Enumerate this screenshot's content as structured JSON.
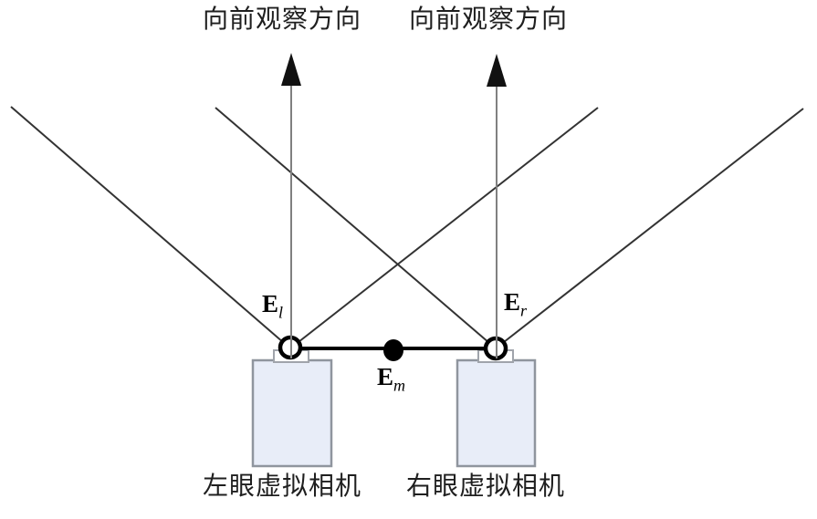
{
  "diagram": {
    "description": "Stereo virtual camera setup diagram with left/right eye virtual cameras, eye points El, Em, Er, forward viewing direction arrows and crossing field-of-view lines",
    "view_direction_labels": {
      "left": "向前观察方向",
      "right": "向前观察方向"
    },
    "points": {
      "left_eye": {
        "label": "E",
        "sub": "l"
      },
      "middle_eye": {
        "label": "E",
        "sub": "m"
      },
      "right_eye": {
        "label": "E",
        "sub": "r"
      }
    },
    "camera_labels": {
      "left": "左眼虚拟相机",
      "right": "右眼虚拟相机"
    },
    "colors": {
      "background": "#ffffff",
      "camera_fill": "#e8edf8",
      "camera_border": "#8f959e",
      "mount_fill": "#ffffff",
      "mount_border": "#a0a4ab",
      "fov_line": "#333333",
      "axis_line": "#808080",
      "arrowhead": "#111111",
      "baseline": "#000000",
      "text": "#1a1a1a"
    }
  }
}
